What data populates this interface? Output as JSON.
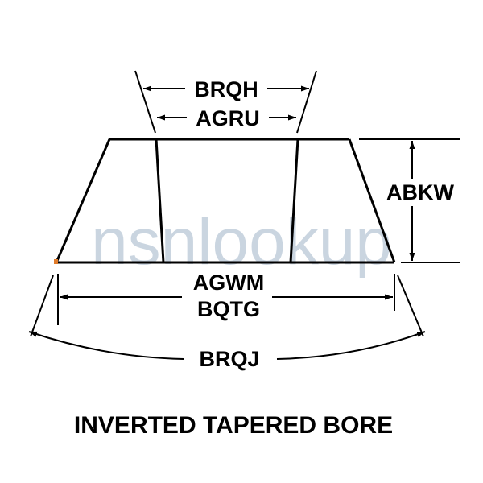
{
  "labels": {
    "top_outer": "BRQH",
    "top_inner": "AGRU",
    "height": "ABKW",
    "bottom_1": "AGWM",
    "bottom_2": "BQTG",
    "arc": "BRQJ"
  },
  "caption": "INVERTED TAPERED BORE",
  "watermark": "nsnlookup",
  "colors": {
    "ink": "#000000",
    "watermark": "#9fb3c8",
    "corner_mark": "#e07b2a"
  }
}
